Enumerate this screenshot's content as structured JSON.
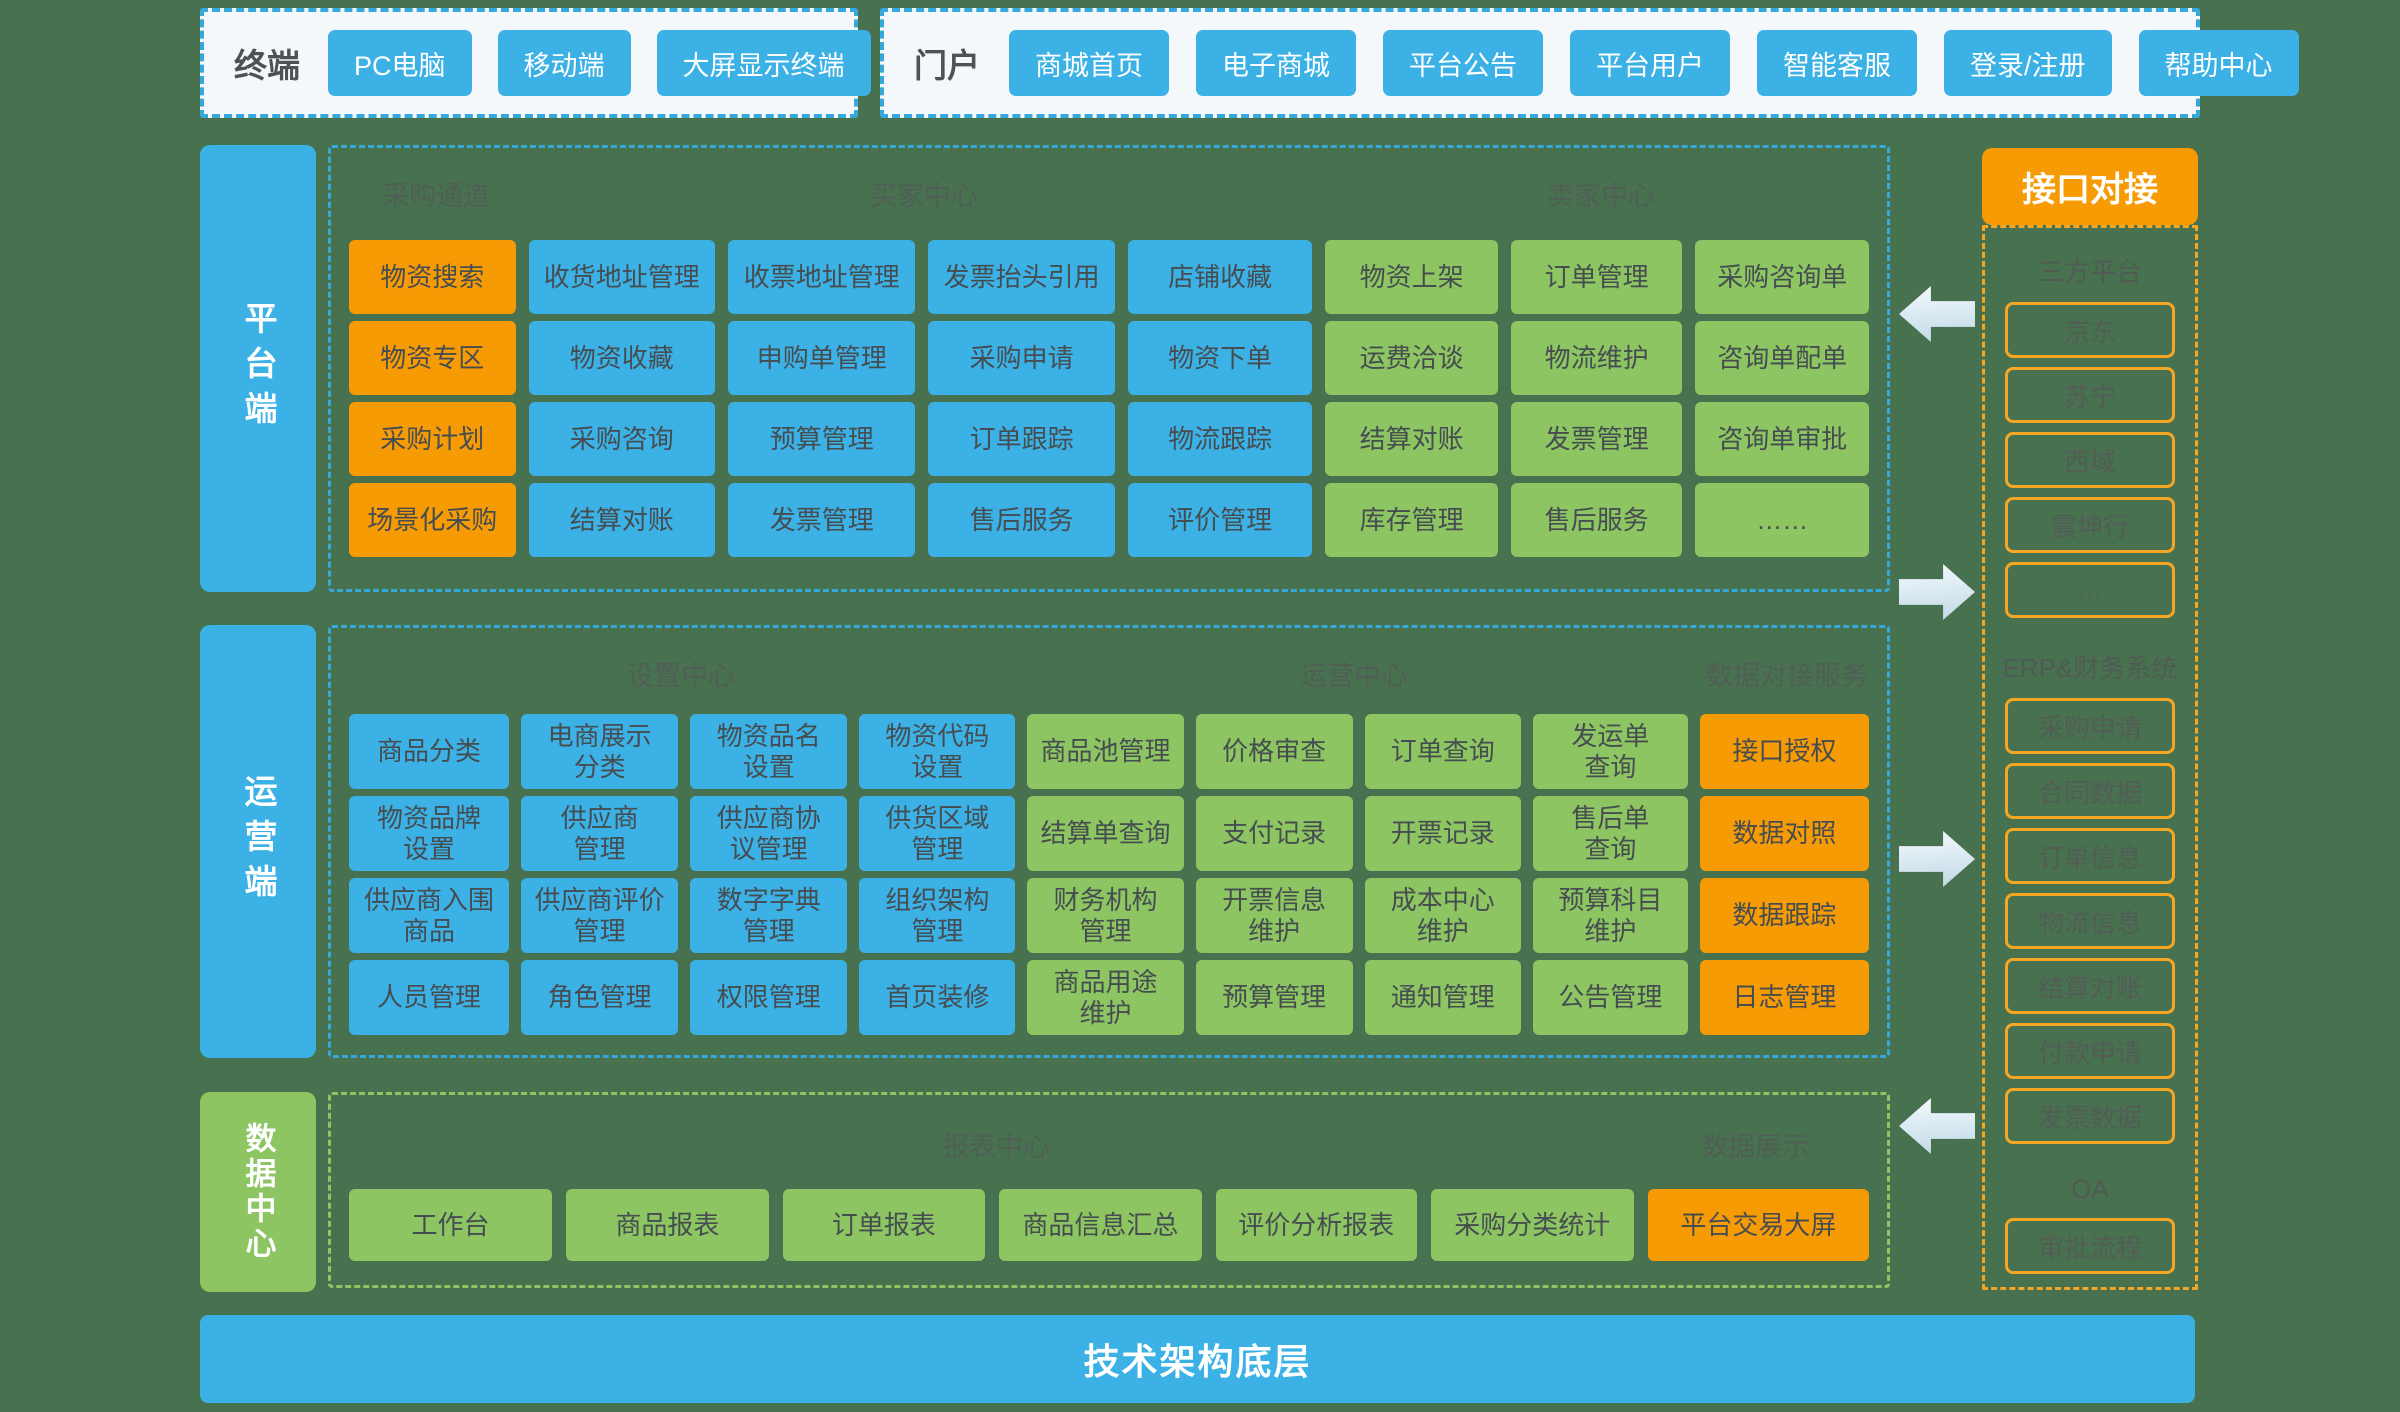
{
  "colors": {
    "blue": "#3cb1e5",
    "green": "#8cc561",
    "orange": "#f79b04",
    "background": "#487150",
    "panel": "#f5f8fa",
    "dash_blue": "#35a9dc",
    "dash_orange": "#f5a623"
  },
  "terminal": {
    "label": "终端",
    "items": [
      "PC电脑",
      "移动端",
      "大屏显示终端"
    ]
  },
  "portal": {
    "label": "门户",
    "items": [
      "商城首页",
      "电子商城",
      "平台公告",
      "平台用户",
      "智能客服",
      "登录/注册",
      "帮助中心"
    ]
  },
  "platform": {
    "side_label": "平台端",
    "group_headers": [
      "采购通道",
      "买家中心",
      "卖家中心"
    ],
    "rows": [
      [
        {
          "t": "物资搜索",
          "c": "orange"
        },
        {
          "t": "收货地址管理",
          "c": "blue"
        },
        {
          "t": "收票地址管理",
          "c": "blue"
        },
        {
          "t": "发票抬头引用",
          "c": "blue"
        },
        {
          "t": "店铺收藏",
          "c": "blue"
        },
        {
          "t": "物资上架",
          "c": "green"
        },
        {
          "t": "订单管理",
          "c": "green"
        },
        {
          "t": "采购咨询单",
          "c": "green"
        }
      ],
      [
        {
          "t": "物资专区",
          "c": "orange"
        },
        {
          "t": "物资收藏",
          "c": "blue"
        },
        {
          "t": "申购单管理",
          "c": "blue"
        },
        {
          "t": "采购申请",
          "c": "blue"
        },
        {
          "t": "物资下单",
          "c": "blue"
        },
        {
          "t": "运费洽谈",
          "c": "green"
        },
        {
          "t": "物流维护",
          "c": "green"
        },
        {
          "t": "咨询单配单",
          "c": "green"
        }
      ],
      [
        {
          "t": "采购计划",
          "c": "orange"
        },
        {
          "t": "采购咨询",
          "c": "blue"
        },
        {
          "t": "预算管理",
          "c": "blue"
        },
        {
          "t": "订单跟踪",
          "c": "blue"
        },
        {
          "t": "物流跟踪",
          "c": "blue"
        },
        {
          "t": "结算对账",
          "c": "green"
        },
        {
          "t": "发票管理",
          "c": "green"
        },
        {
          "t": "咨询单审批",
          "c": "green"
        }
      ],
      [
        {
          "t": "场景化采购",
          "c": "orange"
        },
        {
          "t": "结算对账",
          "c": "blue"
        },
        {
          "t": "发票管理",
          "c": "blue"
        },
        {
          "t": "售后服务",
          "c": "blue"
        },
        {
          "t": "评价管理",
          "c": "blue"
        },
        {
          "t": "库存管理",
          "c": "green"
        },
        {
          "t": "售后服务",
          "c": "green"
        },
        {
          "t": "……",
          "c": "green"
        }
      ]
    ]
  },
  "operations": {
    "side_label": "运营端",
    "group_headers": [
      "设置中心",
      "运营中心",
      "数据对接服务"
    ],
    "rows": [
      [
        {
          "t": "商品分类",
          "c": "blue"
        },
        {
          "t": "电商展示\n分类",
          "c": "blue"
        },
        {
          "t": "物资品名\n设置",
          "c": "blue"
        },
        {
          "t": "物资代码\n设置",
          "c": "blue"
        },
        {
          "t": "商品池管理",
          "c": "green"
        },
        {
          "t": "价格审查",
          "c": "green"
        },
        {
          "t": "订单查询",
          "c": "green"
        },
        {
          "t": "发运单\n查询",
          "c": "green"
        },
        {
          "t": "接口授权",
          "c": "orange"
        }
      ],
      [
        {
          "t": "物资品牌\n设置",
          "c": "blue"
        },
        {
          "t": "供应商\n管理",
          "c": "blue"
        },
        {
          "t": "供应商协\n议管理",
          "c": "blue"
        },
        {
          "t": "供货区域\n管理",
          "c": "blue"
        },
        {
          "t": "结算单查询",
          "c": "green"
        },
        {
          "t": "支付记录",
          "c": "green"
        },
        {
          "t": "开票记录",
          "c": "green"
        },
        {
          "t": "售后单\n查询",
          "c": "green"
        },
        {
          "t": "数据对照",
          "c": "orange"
        }
      ],
      [
        {
          "t": "供应商入围\n商品",
          "c": "blue"
        },
        {
          "t": "供应商评价\n管理",
          "c": "blue"
        },
        {
          "t": "数字字典\n管理",
          "c": "blue"
        },
        {
          "t": "组织架构\n管理",
          "c": "blue"
        },
        {
          "t": "财务机构\n管理",
          "c": "green"
        },
        {
          "t": "开票信息\n维护",
          "c": "green"
        },
        {
          "t": "成本中心\n维护",
          "c": "green"
        },
        {
          "t": "预算科目\n维护",
          "c": "green"
        },
        {
          "t": "数据跟踪",
          "c": "orange"
        }
      ],
      [
        {
          "t": "人员管理",
          "c": "blue"
        },
        {
          "t": "角色管理",
          "c": "blue"
        },
        {
          "t": "权限管理",
          "c": "blue"
        },
        {
          "t": "首页装修",
          "c": "blue"
        },
        {
          "t": "商品用途\n维护",
          "c": "green"
        },
        {
          "t": "预算管理",
          "c": "green"
        },
        {
          "t": "通知管理",
          "c": "green"
        },
        {
          "t": "公告管理",
          "c": "green"
        },
        {
          "t": "日志管理",
          "c": "orange"
        }
      ]
    ]
  },
  "datacenter": {
    "side_label": "数据中心",
    "group_headers": [
      "报表中心",
      "数据展示"
    ],
    "rows": [
      [
        {
          "t": "工作台",
          "c": "green"
        },
        {
          "t": "商品报表",
          "c": "green"
        },
        {
          "t": "订单报表",
          "c": "green"
        },
        {
          "t": "商品信息汇总",
          "c": "green"
        },
        {
          "t": "评价分析报表",
          "c": "green"
        },
        {
          "t": "采购分类统计",
          "c": "green"
        },
        {
          "t": "平台交易大屏",
          "c": "orange"
        }
      ]
    ]
  },
  "api": {
    "title": "接口对接",
    "groups": [
      {
        "header": "三方平台",
        "items": [
          "京东",
          "苏宁",
          "西域",
          "震坤行",
          "…"
        ]
      },
      {
        "header": "ERP&财务系统",
        "items": [
          "采购申请",
          "合同数据",
          "订单信息",
          "物流信息",
          "结算对账",
          "付款申请",
          "发票数据"
        ]
      },
      {
        "header": "OA",
        "items": [
          "审批流程"
        ]
      }
    ]
  },
  "bottom_bar": {
    "label": "技术架构底层"
  }
}
